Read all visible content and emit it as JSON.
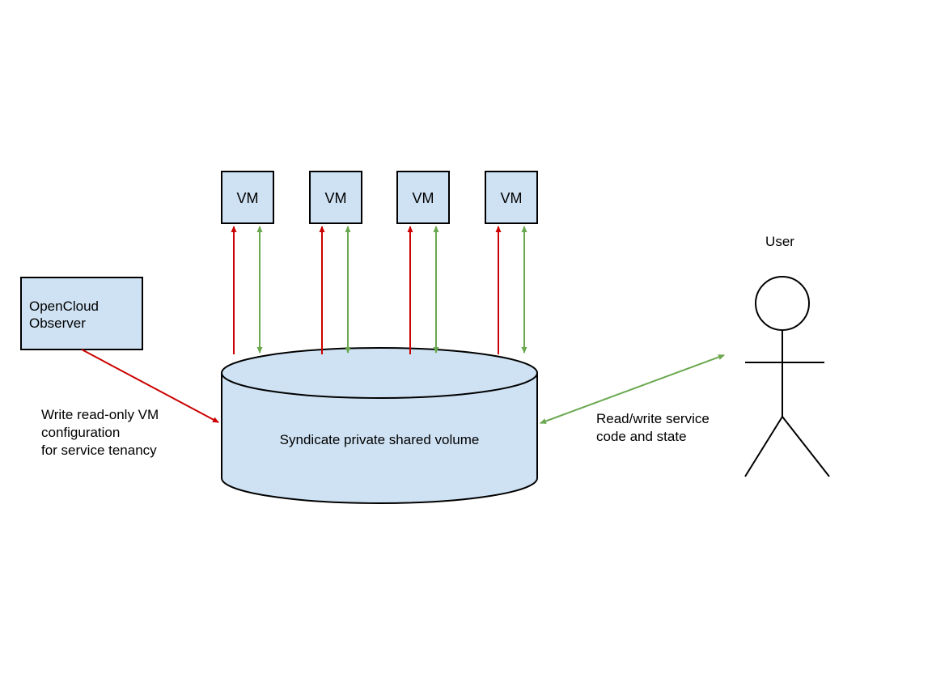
{
  "diagram": {
    "vms": [
      {
        "label": "VM"
      },
      {
        "label": "VM"
      },
      {
        "label": "VM"
      },
      {
        "label": "VM"
      }
    ],
    "observer": {
      "line1": "OpenCloud",
      "line2": "Observer"
    },
    "observer_edge": {
      "line1": "Write read-only VM",
      "line2": "configuration",
      "line3": "for service tenancy"
    },
    "volume": {
      "label": "Syndicate private shared volume"
    },
    "user": {
      "label": "User"
    },
    "user_edge": {
      "line1": "Read/write service",
      "line2": "code and state"
    },
    "colors": {
      "node_fill": "#cfe2f3",
      "stroke": "#000000",
      "write_arrow": "#cc0000",
      "readwrite_arrow": "#6aa84f"
    }
  }
}
